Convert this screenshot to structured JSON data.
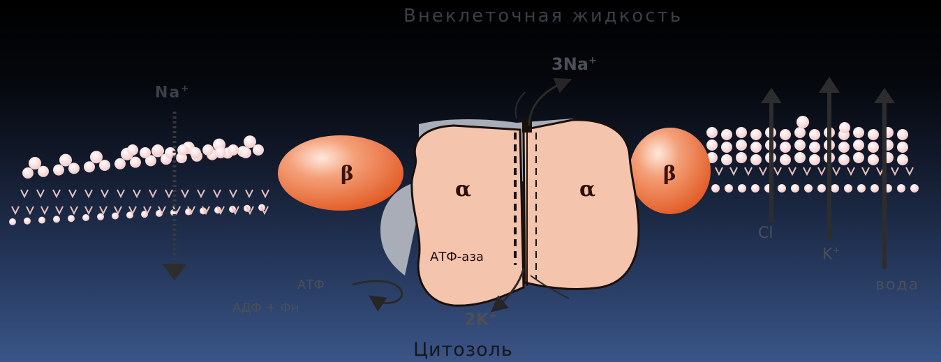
{
  "title": "Внеклеточная жидкость",
  "bottom_label": "Цитозоль",
  "na_in": {
    "symbol": "Na",
    "charge": "+"
  },
  "na_out": {
    "symbol": "3Na",
    "charge": "+"
  },
  "k_in": {
    "symbol": "2K",
    "charge": "+"
  },
  "right_labels": {
    "cl": "Cl",
    "k": {
      "symbol": "K",
      "charge": "+"
    },
    "water": "вода"
  },
  "subunits": {
    "beta_left": "β",
    "beta_right": "β",
    "alpha_left": "α",
    "alpha_right": "α"
  },
  "atpase_label": "АТФ-аза",
  "reaction": {
    "atp": "АТФ",
    "products": "АДФ + Фн"
  },
  "colors": {
    "protein_fill": "#f4c4ad",
    "protein_outline": "#1a0f0a",
    "beta_fill": "#e86d3c",
    "gray_shadow": "#a8adb7",
    "lipid_head": "#f8dada",
    "arrow_dark": "#2a2a2a"
  }
}
